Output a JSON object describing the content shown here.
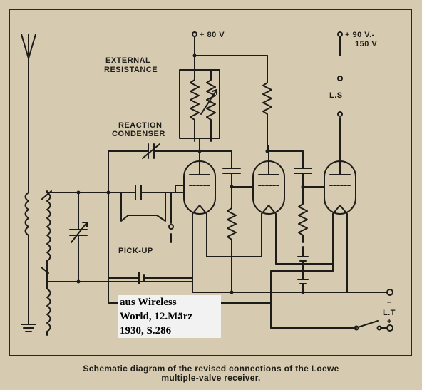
{
  "labels": {
    "supply_80": "+ 80 V",
    "supply_90": "+ 90 V.-",
    "supply_150": "150 V",
    "external_resistance_1": "EXTERNAL",
    "external_resistance_2": "RESISTANCE",
    "reaction_1": "REACTION",
    "reaction_2": "CONDENSER",
    "pickup": "PICK-UP",
    "loudspeaker": "L.S",
    "lt": "L.T",
    "lt_minus": "–",
    "lt_plus": "+"
  },
  "source_note": {
    "line1": "aus Wireless",
    "line2": "World, 12.März",
    "line3": "1930, S.286"
  },
  "caption": {
    "line1": "Schematic diagram of the revised connections of the Loewe",
    "line2": "multiple-valve receiver."
  },
  "colors": {
    "paper": "#d6cab0",
    "ink": "#1e1c18",
    "note_bg": "#f2f2f2"
  }
}
